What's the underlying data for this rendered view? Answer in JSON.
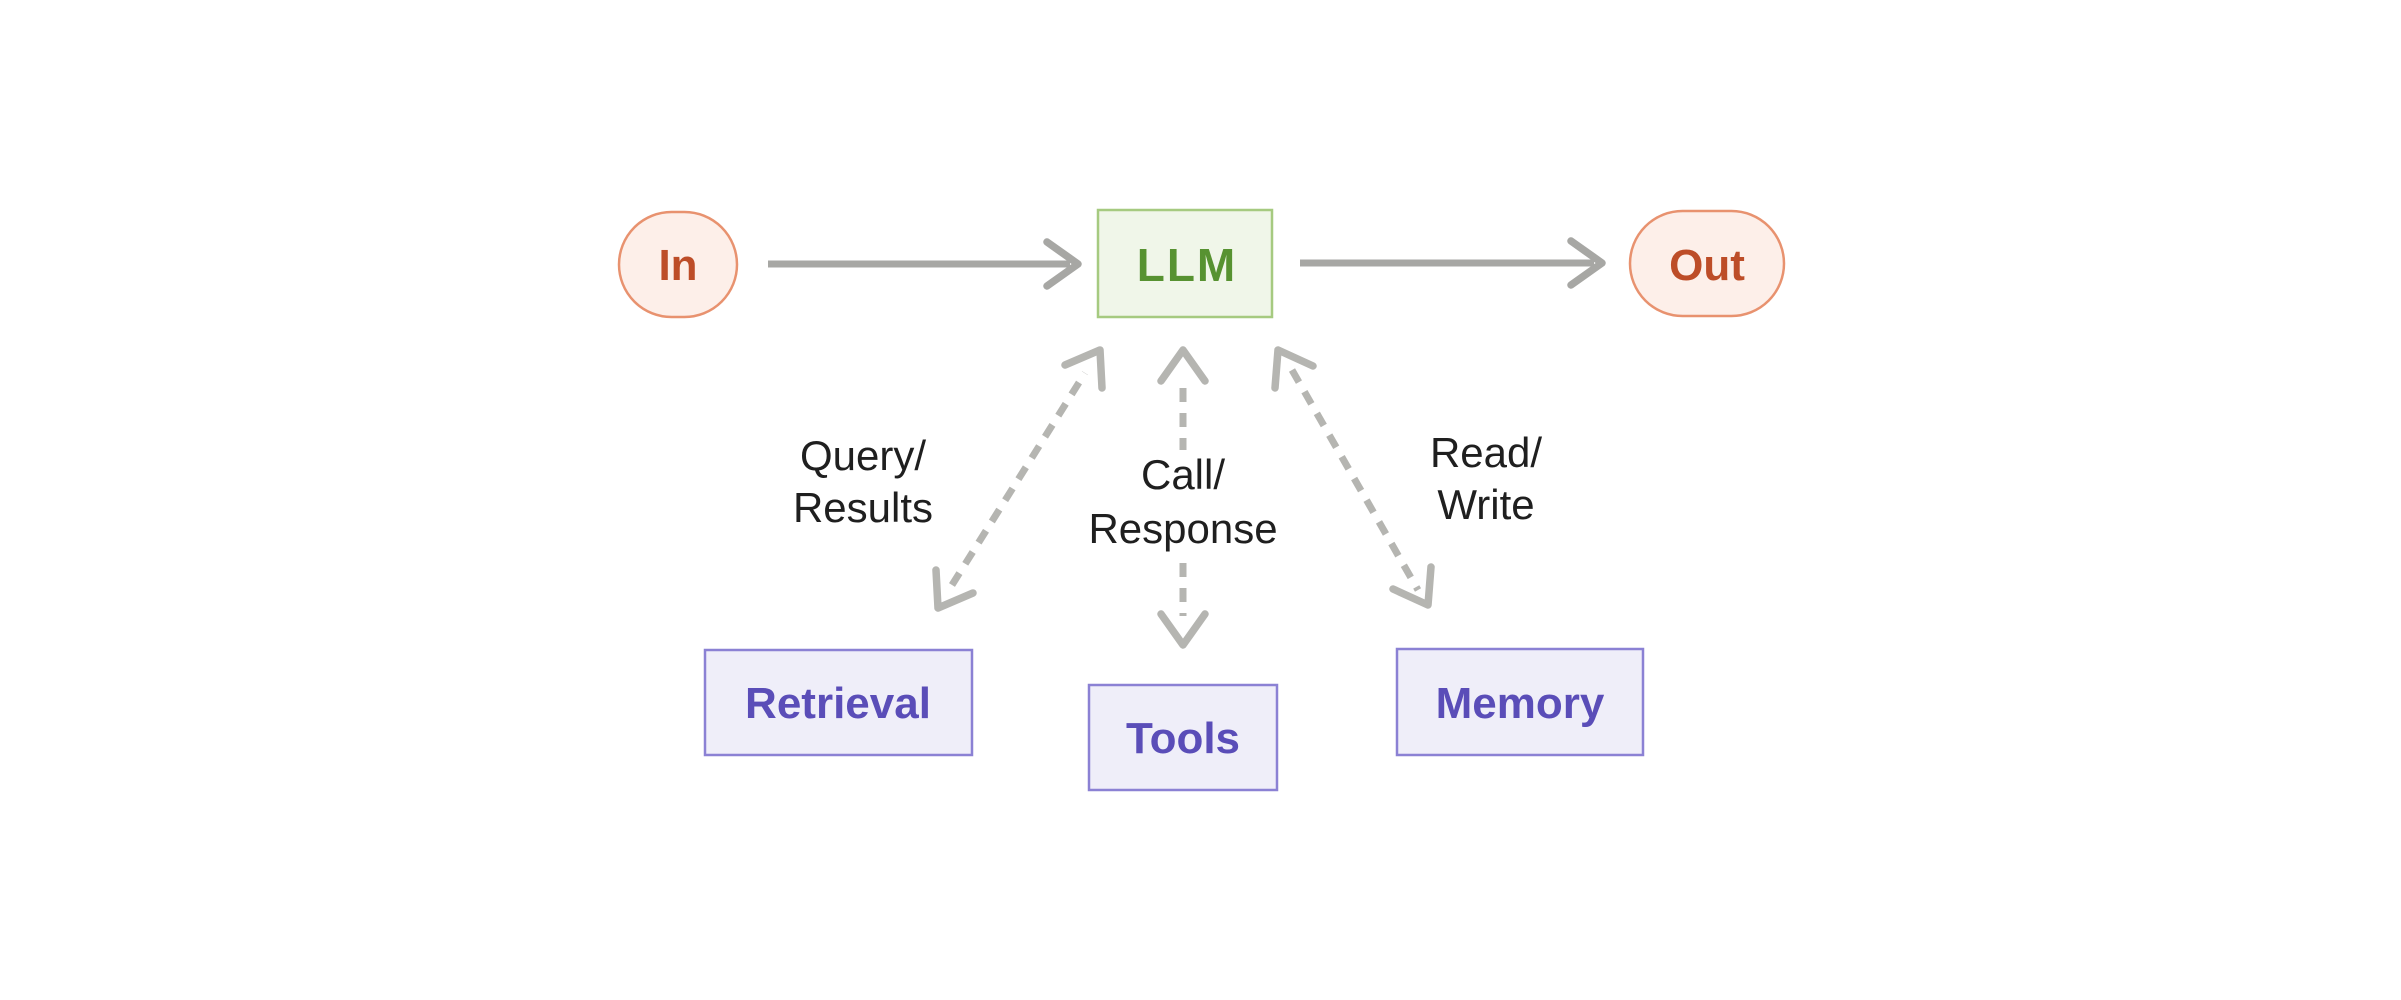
{
  "diagram": {
    "title": "LLM augmentation diagram",
    "nodes": {
      "in": {
        "label": "In"
      },
      "llm": {
        "label": "LLM"
      },
      "out": {
        "label": "Out"
      },
      "retrieval": {
        "label": "Retrieval"
      },
      "tools": {
        "label": "Tools"
      },
      "memory": {
        "label": "Memory"
      }
    },
    "edge_labels": {
      "query_results": {
        "line1": "Query/",
        "line2": "Results"
      },
      "call_response": {
        "line1": "Call/",
        "line2": "Response"
      },
      "read_write": {
        "line1": "Read/",
        "line2": "Write"
      }
    },
    "colors": {
      "background": "#ffffff",
      "io_fill": "#fdefe9",
      "io_border": "#e8926f",
      "io_text": "#bd4d28",
      "llm_fill": "#f0f6e9",
      "llm_border": "#a6ca80",
      "llm_text": "#579231",
      "module_fill": "#efeef9",
      "module_border": "#8b81d4",
      "module_text": "#5a4db8",
      "arrow_solid": "#a7a7a4",
      "arrow_dashed": "#b5b5b1",
      "label_text": "#1f1f1f"
    }
  }
}
